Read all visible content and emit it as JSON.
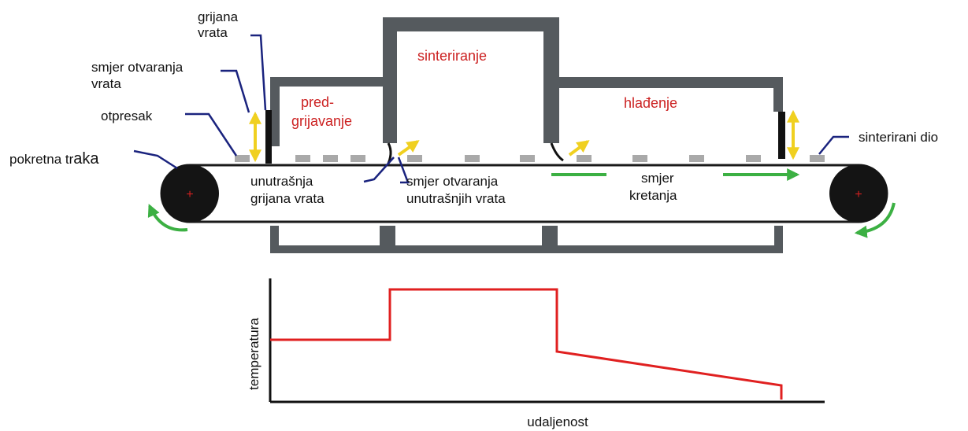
{
  "labels": {
    "heated_door": [
      "grijana",
      "vrata"
    ],
    "door_open_dir": [
      "smjer otvaranja",
      "vrata"
    ],
    "compact": "otpresak",
    "belt": [
      "pokretna tr",
      "aka"
    ],
    "inner_heated_doors": [
      "unutrašnja",
      "grijana vrata"
    ],
    "inner_door_open_dir": [
      "smjer otvaranja",
      "unutrašnjih vrata"
    ],
    "motion_dir": [
      "smjer",
      "kretanja"
    ],
    "sintered_part": "sinterirani dio"
  },
  "zones": {
    "preheat": [
      "pred-",
      "grijavanje"
    ],
    "sintering": "sinteriranje",
    "cooling": "hlađenje"
  },
  "graph": {
    "ylabel": "temperatura",
    "xlabel": "udaljenost"
  },
  "colors": {
    "furnace_wall": "#555a5e",
    "belt_roller": "#141414",
    "roller_center": "#d02020",
    "temperature_line": "#e02020",
    "motion_arrow": "#3cb043",
    "door_arrow": "#f0d020",
    "leader_line": "#1a237e",
    "parts": "#a9a9a9"
  }
}
